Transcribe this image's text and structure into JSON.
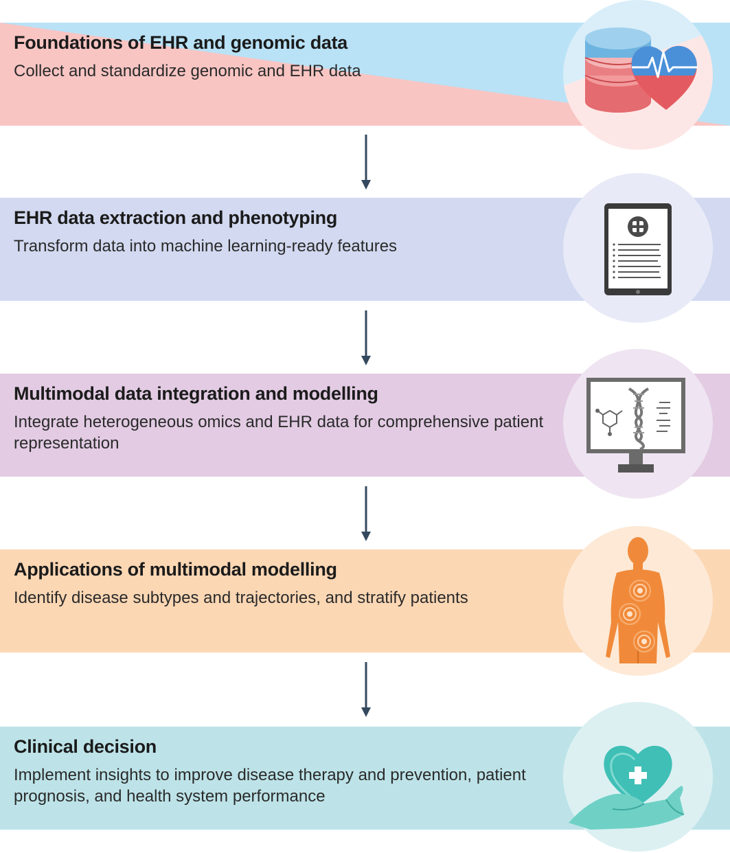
{
  "stages": [
    {
      "title": "Foundations of EHR and genomic data",
      "description": "Collect and standardize genomic and EHR data",
      "icon": "database-heart-icon",
      "colors": {
        "band_a": "#f8c5c3",
        "band_b": "#b9e2f6",
        "circle": "#fdeceb"
      }
    },
    {
      "title": "EHR data extraction and phenotyping",
      "description": "Transform data into machine learning-ready features",
      "icon": "tablet-record-icon",
      "colors": {
        "band": "#d2d9f0",
        "circle": "#e8ebf7"
      }
    },
    {
      "title": "Multimodal data integration and modelling",
      "description": "Integrate heterogeneous omics and EHR data for comprehensive patient representation",
      "icon": "monitor-dna-icon",
      "colors": {
        "band": "#e2cbe3",
        "circle": "#efe4f1"
      }
    },
    {
      "title": "Applications of multimodal modelling",
      "description": "Identify disease subtypes and trajectories, and stratify patients",
      "icon": "human-body-icon",
      "colors": {
        "band": "#fcd7b4",
        "circle": "#fde9d6"
      }
    },
    {
      "title": "Clinical decision",
      "description": "Implement insights to improve disease therapy and prevention, patient prognosis, and health system performance",
      "icon": "hand-heart-icon",
      "colors": {
        "band": "#bde3e8",
        "circle": "#dcf0f2"
      }
    }
  ],
  "arrow_color": "#34495e"
}
